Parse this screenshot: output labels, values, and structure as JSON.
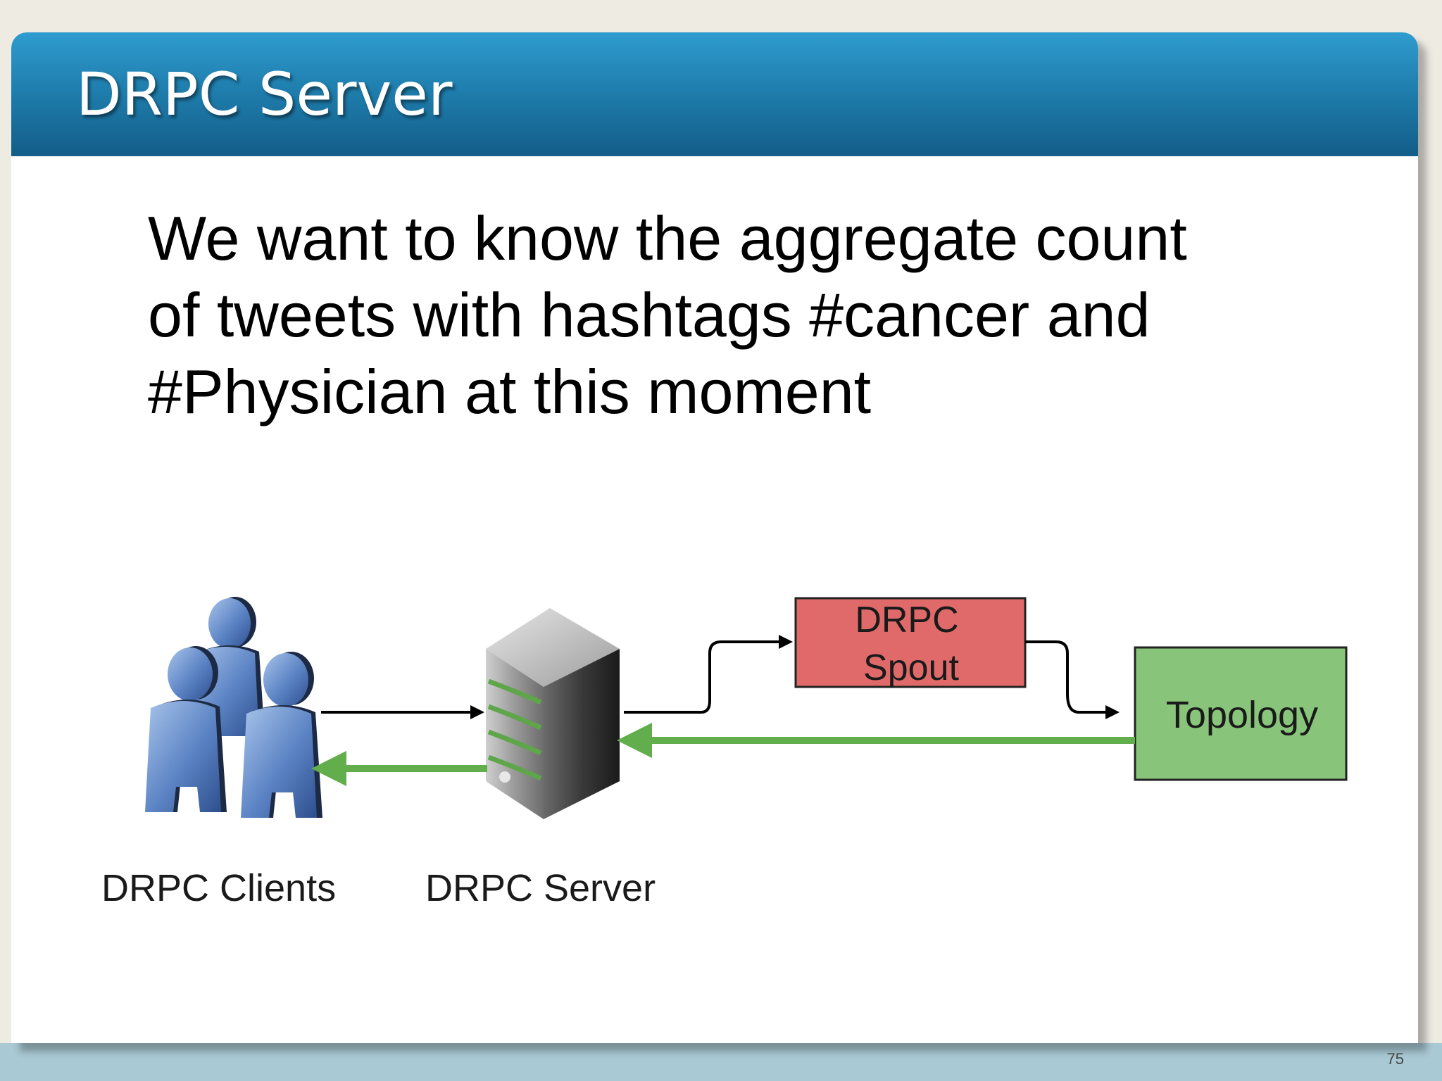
{
  "slide": {
    "title": "DRPC Server",
    "body_lines": [
      "We want to know the aggregate count",
      "of tweets with hashtags #cancer and",
      "#Physician at this moment"
    ],
    "page_number": "75"
  },
  "diagram": {
    "nodes": {
      "clients": "DRPC Clients",
      "server": "DRPC Server",
      "spout_line1": "DRPC",
      "spout_line2": "Spout",
      "topology": "Topology"
    },
    "colors": {
      "spout_fill": "#e06a6a",
      "topology_fill": "#88c57a",
      "return_arrow": "#62ad4c",
      "forward_arrow": "#000000",
      "header_blue": "#1f7fae"
    },
    "icons": {
      "clients": "user-group-icon",
      "server": "server-tower-icon"
    }
  }
}
